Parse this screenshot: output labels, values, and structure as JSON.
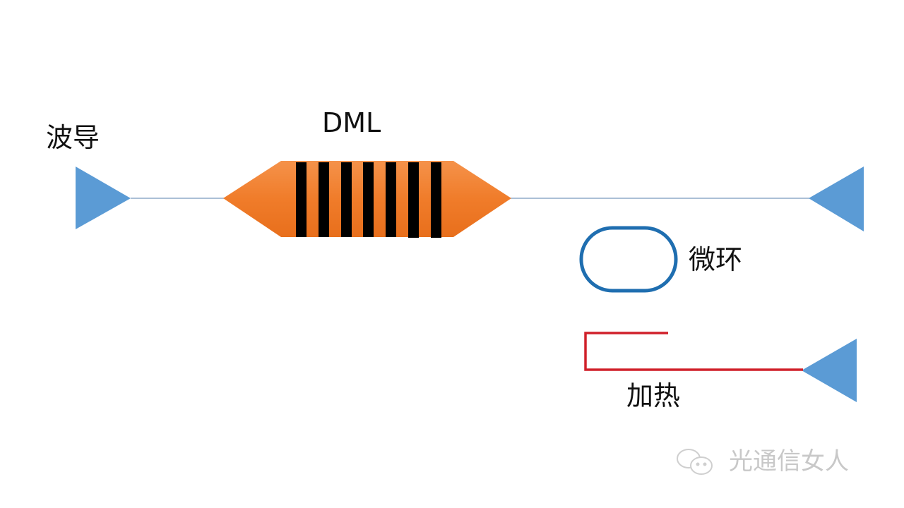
{
  "labels": {
    "waveguide": "波导",
    "dml": "DML",
    "microring": "微环",
    "heater": "加热"
  },
  "watermark": {
    "text": "光通信女人",
    "icon": "wechat-icon"
  },
  "colors": {
    "waveguide_triangle": "#5b9bd5",
    "dml_body": "#f07c2a",
    "dml_grating": "#000000",
    "microring": "#1f6eb0",
    "heater": "#d0202a",
    "waveguide_line": "#8faac8"
  }
}
